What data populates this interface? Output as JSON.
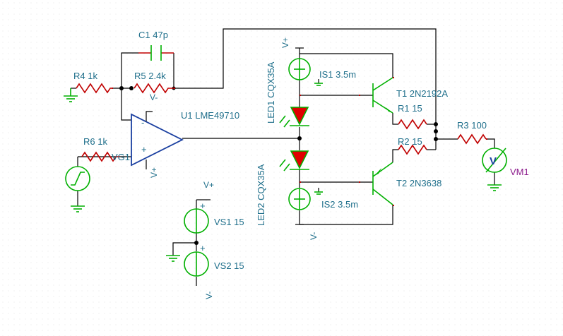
{
  "components": {
    "c1": "C1 47p",
    "r4": "R4 1k",
    "r5": "R5 2.4k",
    "r6": "R6 1k",
    "u1": "U1 LME49710",
    "led1": "LED1 CQX35A",
    "led2": "LED2 CQX35A",
    "is1": "IS1 3.5m",
    "is2": "IS2 3.5m",
    "t1": "T1 2N2192A",
    "t2": "T2 2N3638",
    "r1": "R1 15",
    "r2": "R2 15",
    "r3": "R3 100",
    "vm1": "VM1",
    "vs1": "VS1 15",
    "vs2": "VS2 15"
  },
  "nets": {
    "vplus": "V+",
    "vminus": "V-",
    "vg": "VG1"
  },
  "symbols": {
    "opamp_minus": "-",
    "opamp_plus": "+",
    "src_plus": "+",
    "meter": "V"
  },
  "colors": {
    "wire": "#000000",
    "component": "#00b000",
    "resistor": "#c00000",
    "opamp": "#1a3fa0",
    "label": "#1f6f8b",
    "meter_label": "#8b1a8b",
    "led_fill": "#e00000"
  }
}
